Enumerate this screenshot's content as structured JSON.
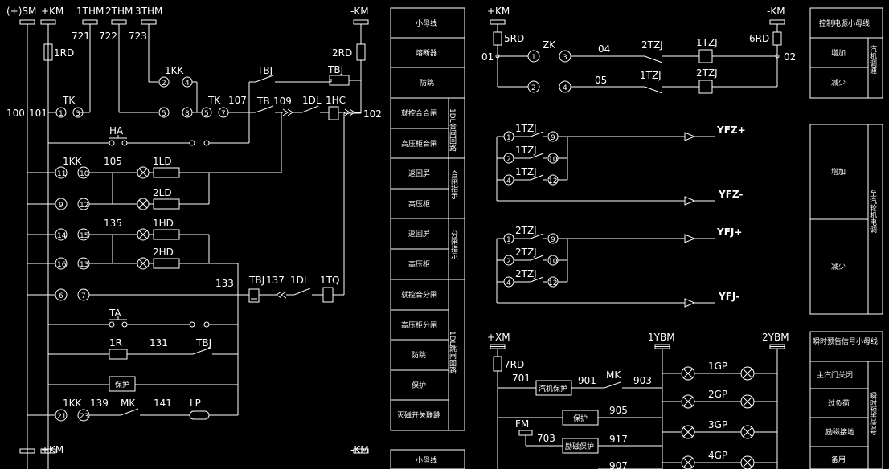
{
  "bus": {
    "left": [
      "(+)SM",
      "+KM",
      "1THM",
      "2THM",
      "3THM",
      "-KM"
    ],
    "right_top": [
      "+KM",
      "-KM"
    ],
    "bottom_left": [
      "+KM",
      "-KM"
    ],
    "xm": "+XM",
    "ybm": [
      "1YBM",
      "2YBM"
    ]
  },
  "left_circuit": {
    "fuses": [
      "1RD",
      "2RD"
    ],
    "wire_nums": [
      "721",
      "722",
      "723",
      "100",
      "101",
      "107",
      "109",
      "102",
      "105",
      "135",
      "133",
      "137",
      "131",
      "139",
      "141"
    ],
    "terms_top": [
      "1",
      "3"
    ],
    "kk_terms": [
      "2",
      "4",
      "5",
      "8",
      "5",
      "7"
    ],
    "row_terms": [
      "11",
      "10",
      "9",
      "12",
      "14",
      "15",
      "16",
      "13",
      "6",
      "7",
      "21",
      "23"
    ],
    "labels": [
      "TK",
      "1KK",
      "TK",
      "TBJ",
      "TBJ",
      "TB",
      "1DL",
      "1HC",
      "HA",
      "1KK",
      "1LD",
      "2LD",
      "1HD",
      "2HD",
      "TBJ",
      "1DL",
      "1TQ",
      "TA",
      "1R",
      "TBJ",
      "1KK",
      "MK",
      "LP"
    ],
    "box_bh": "保护"
  },
  "mid_table": {
    "top": [
      "小母线",
      "熔断器",
      "防跳",
      "就控合合闸",
      "高压柜合闸",
      "返回屏",
      "高压柜",
      "返回屏",
      "高压柜",
      "就控合分闸",
      "高压柜分闸",
      "防跳",
      "保护",
      "灭磁开关联跳"
    ],
    "side": [
      "1DL合闸回路",
      "合闸指示",
      "分闸指示",
      "1DL跳闸回路"
    ],
    "bottom": "小母线"
  },
  "right_top": {
    "fuses": [
      "5RD",
      "6RD"
    ],
    "nodes": [
      "01",
      "02",
      "04",
      "05"
    ],
    "labels": [
      "ZK",
      "2TZJ",
      "1TZJ",
      "1TZJ",
      "2TZJ"
    ],
    "terms": [
      "1",
      "3",
      "2",
      "4"
    ]
  },
  "yf": {
    "blocks": [
      {
        "relay": "1TZJ",
        "out_plus": "YFZ+",
        "out_minus": "YFZ-",
        "terms": [
          "1",
          "9",
          "2",
          "10",
          "4",
          "12"
        ]
      },
      {
        "relay": "2TZJ",
        "out_plus": "YFJ+",
        "out_minus": "YFJ-",
        "terms": [
          "1",
          "9",
          "2",
          "10",
          "4",
          "12"
        ]
      }
    ]
  },
  "right_table": {
    "header": "控制电源小母线",
    "rows": [
      "增加",
      "减少"
    ],
    "side1": "汽机调速",
    "rows2": [
      "增加",
      "减少"
    ],
    "side2": "至汽轮机电调"
  },
  "bottom_right": {
    "fuse": "7RD",
    "nodes": [
      "701",
      "901",
      "903",
      "905",
      "917",
      "907",
      "703"
    ],
    "labels": [
      "MK",
      "FM",
      "1GP",
      "2GP",
      "3GP",
      "4GP"
    ],
    "boxes": [
      "汽机保护",
      "保护",
      "励磁保护"
    ]
  },
  "br_table": {
    "header": "瞬时预告信号小母线",
    "rows": [
      "主汽门关闭",
      "过负荷",
      "励磁接地",
      "备用"
    ],
    "side": "瞬时预告信号"
  }
}
